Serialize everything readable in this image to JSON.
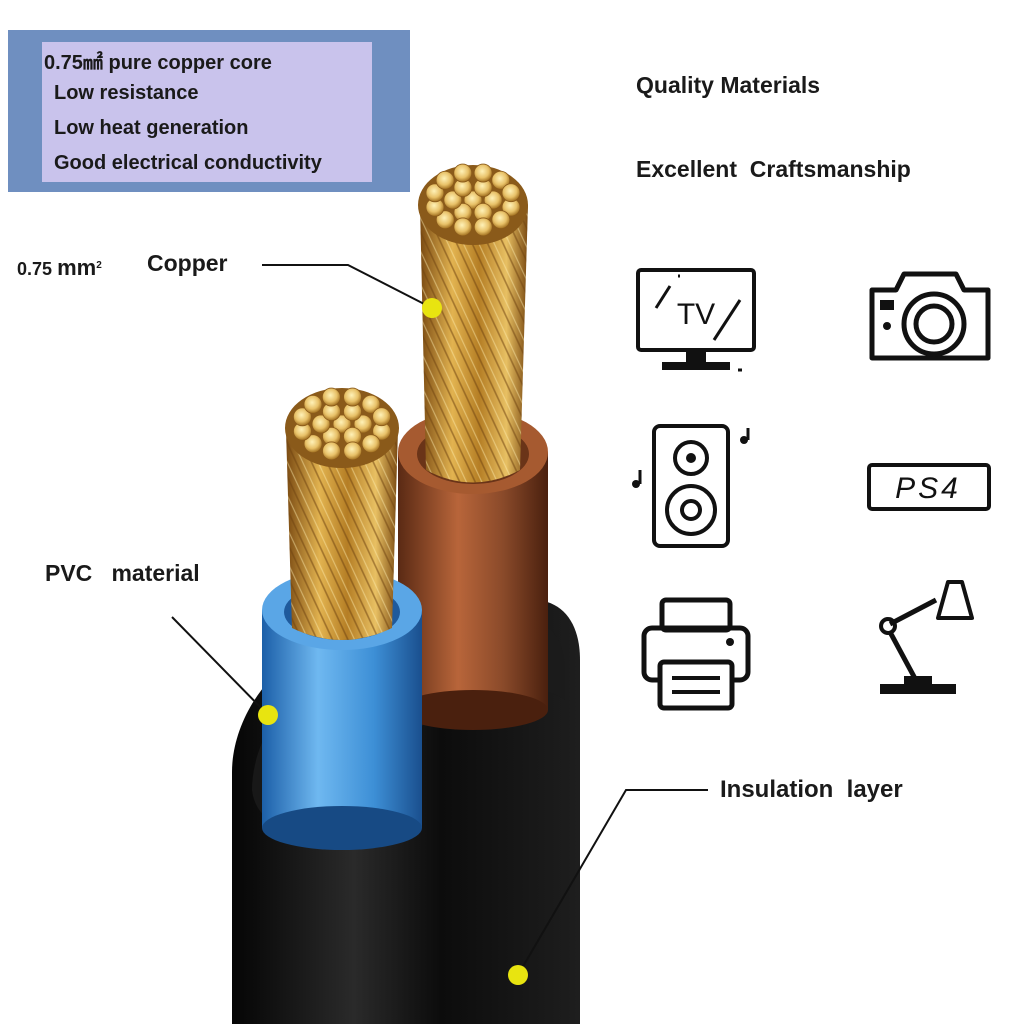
{
  "spec_box": {
    "lines": [
      "0.75㎟  pure copper core",
      "Low resistance",
      "Low heat generation",
      "Good electrical conductivity"
    ]
  },
  "headlines": {
    "quality": "Quality Materials",
    "craft": "Excellent  Craftsmanship"
  },
  "callouts": {
    "copper_size": "0.75",
    "copper_unit": "mm",
    "copper_sup": "2",
    "copper_word": "Copper",
    "pvc": "PVC   material",
    "insulation": "Insulation  layer"
  },
  "icons": {
    "tv_text": "TV",
    "ps4_text": "PS4"
  },
  "colors": {
    "spec_box_outer": "#6f8fc0",
    "spec_box_inner": "#c9c3ec",
    "leader_dot": "#e8e410",
    "brown_insulation": "#8a4a2a",
    "blue_insulation": "#3d8fd6",
    "copper": "#c9952f",
    "outer_jacket": "#111111"
  }
}
